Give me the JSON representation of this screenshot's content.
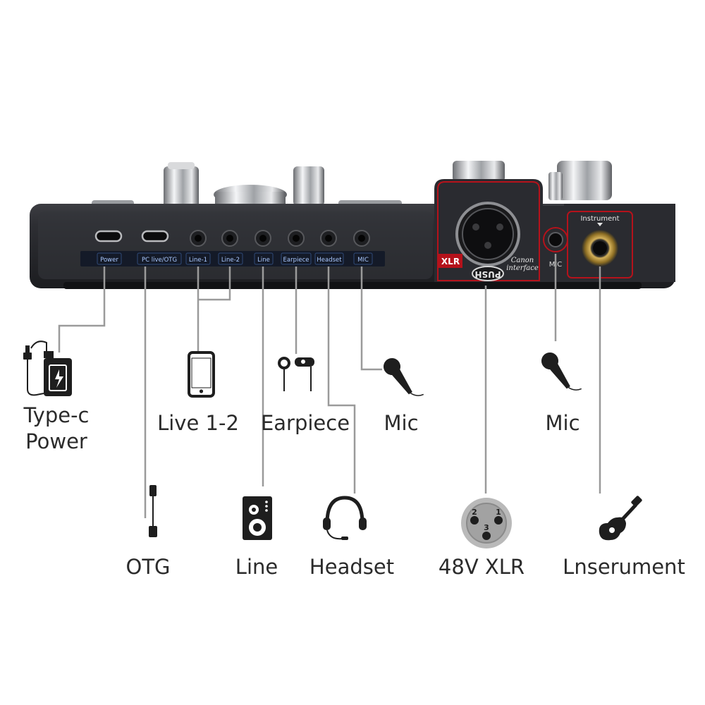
{
  "device": {
    "port_labels": [
      "Power",
      "PC live/OTG",
      "Line-1",
      "Line-2",
      "Line",
      "Earpiece",
      "Headset",
      "MIC"
    ],
    "xlr_label": "XLR",
    "push_label": "PUSH",
    "canon_label_1": "Canon",
    "canon_label_2": "interface",
    "mic_label": "MIC",
    "instrument_label": "Instrument",
    "xlr_pins": [
      "2",
      "1",
      "3"
    ]
  },
  "callouts": {
    "type_c_line1": "Type-c",
    "type_c_line2": "Power",
    "live": "Live 1-2",
    "earpiece": "Earpiece",
    "mic_left": "Mic",
    "mic_right": "Mic",
    "otg": "OTG",
    "line": "Line",
    "headset": "Headset",
    "xlr48": "48V XLR",
    "instrument": "Lnserument"
  },
  "colors": {
    "device_body": "#2b2c30",
    "device_panel": "#3a3b40",
    "label_strip": "#141a28",
    "label_text": "#a9c8ff",
    "accent_red": "#b5121b",
    "connector_gray": "#9a9a9a",
    "icon_dark": "#1e1e1e"
  }
}
